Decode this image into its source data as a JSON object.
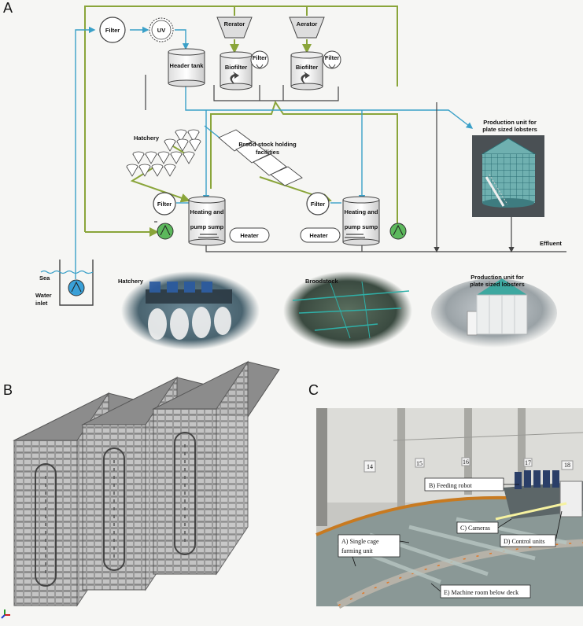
{
  "panels": {
    "a": "A",
    "b": "B",
    "c": "C"
  },
  "diagram": {
    "filter_top": "Filter",
    "uv": "UV",
    "header_tank": "Header tank",
    "aerator_1": "Rerator",
    "aerator_2": "Aerator",
    "biofilter_1": "Biofilter",
    "biofilter_2": "Biofilter",
    "bio_filter_1": "Filter",
    "bio_filter_2": "Filter",
    "hatchery": "Hatchery",
    "broodstock_line1": "Brood-stock holding",
    "broodstock_line2": "facilities",
    "production_line1": "Production unit for",
    "production_line2": "plate sized lobsters",
    "sump_filter_1": "Filter",
    "sump_filter_2": "Filter",
    "sump_1_line1": "Heating and",
    "sump_1_line2": "pump sump",
    "sump_2_line1": "Heating and",
    "sump_2_line2": "pump sump",
    "heater_1": "Heater",
    "heater_2": "Heater",
    "effluent": "Effluent",
    "sea": "Sea",
    "water_inlet_line1": "Water",
    "water_inlet_line2": "inlet"
  },
  "photos": {
    "hatchery": "Hatchery",
    "broodstock": "Broodstock",
    "production_line1": "Production unit for",
    "production_line2": "plate sized lobsters"
  },
  "photo_c": {
    "feeding_robot": "B) Feeding robot",
    "cameras": "C) Cameras",
    "control_units": "D) Control units",
    "cage_line1": "A) Single cage",
    "cage_line2": "farming unit",
    "machine_room": "E) Machine room below deck",
    "tag_14": "14",
    "tag_15": "15",
    "tag_16": "16",
    "tag_17": "17",
    "tag_18": "18"
  },
  "colors": {
    "blue_line": "#3aa0c8",
    "green_line": "#8aa53a",
    "dark_line": "#444444",
    "pump_green": "#5cb85c",
    "pump_blue": "#3aa0d8"
  }
}
